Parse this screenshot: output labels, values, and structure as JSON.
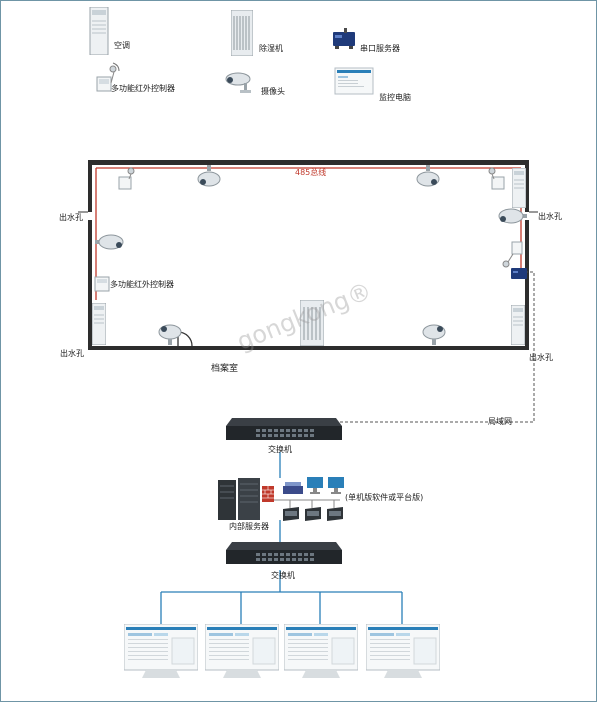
{
  "colors": {
    "wall": "#2d2d2d",
    "bus": "#c0392b",
    "accent": "#2a7fb8",
    "link": "#555555",
    "frame": "#6f95a6"
  },
  "legend": {
    "ac": "空调",
    "dehumidifier": "除湿机",
    "serial_server": "串口服务器",
    "ir_controller": "多功能红外控制器",
    "camera": "摄像头",
    "monitor_pc": "监控电脑"
  },
  "room": {
    "bus_label": "485总线",
    "drain_left_top": "出水孔",
    "drain_right_top": "出水孔",
    "drain_left_bottom": "出水孔",
    "drain_right_bottom": "出水孔",
    "ir_controller": "多功能红外控制器",
    "name": "档案室",
    "watermark": "gongkong®"
  },
  "network": {
    "lan_label": "局域网",
    "switch_top_label": "交换机",
    "server_label": "内部服务器",
    "software_label": "(单机版软件或平台版)",
    "switch_bottom_label": "交换机"
  },
  "icons": [
    "air-conditioner-icon",
    "dehumidifier-icon",
    "serial-server-icon",
    "ir-controller-icon",
    "camera-icon",
    "monitor-pc-icon",
    "switch-icon",
    "server-rack-icon",
    "firewall-icon",
    "workstation-icon"
  ]
}
